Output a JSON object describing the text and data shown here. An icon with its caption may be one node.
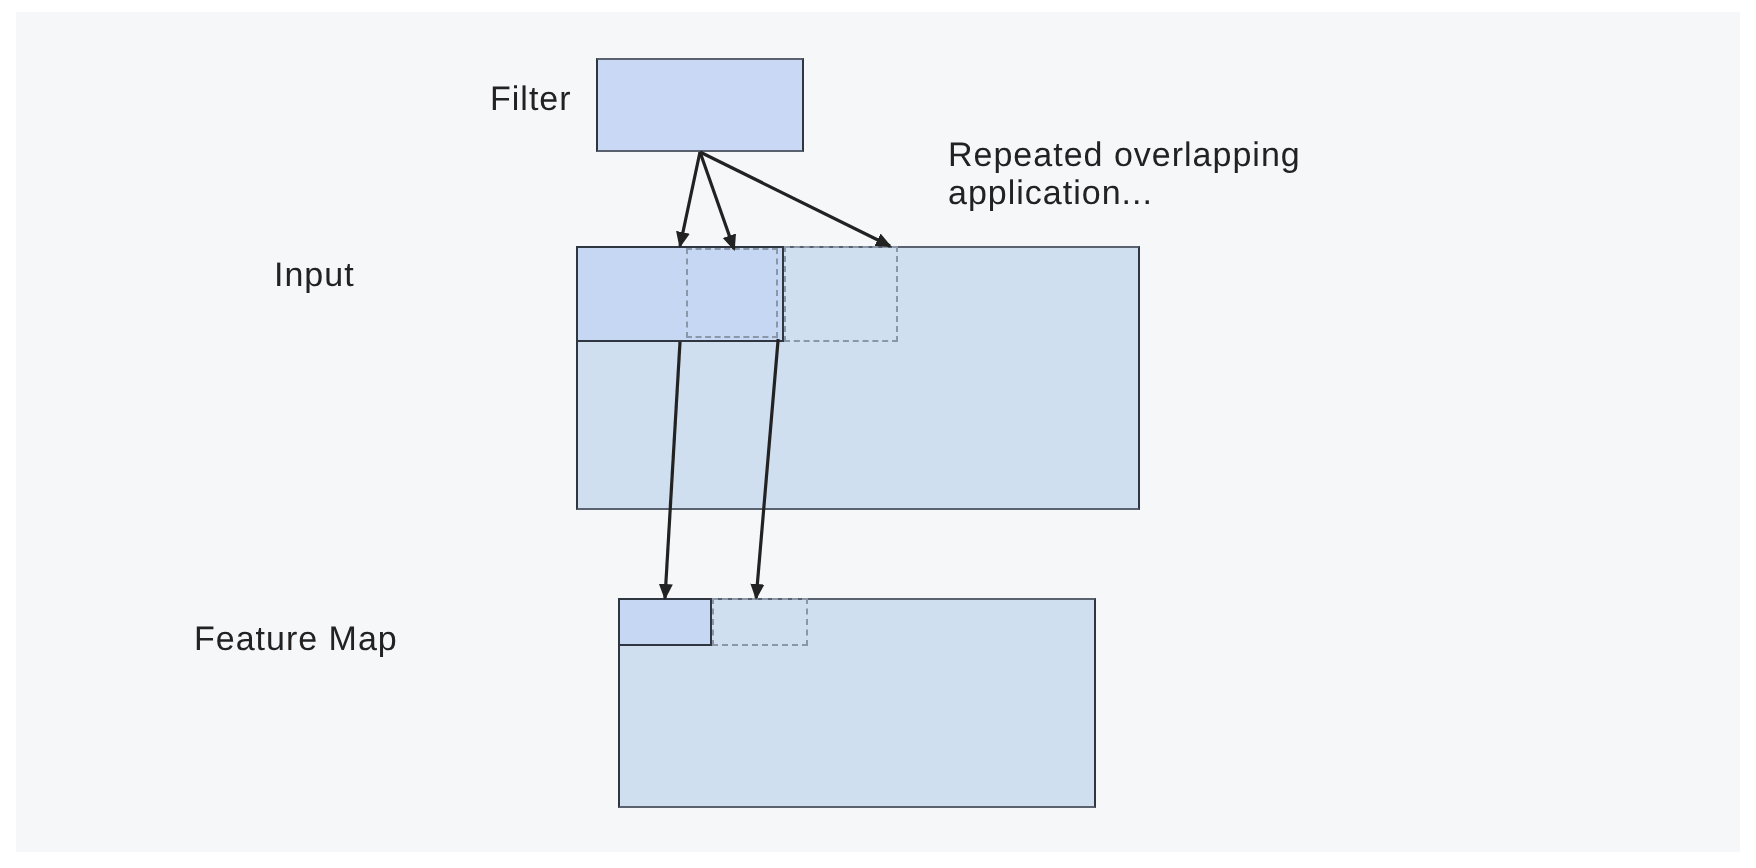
{
  "diagram": {
    "nodes": [
      {
        "text": [
          "Filter"
        ]
      },
      {
        "text": [],
        "shape": "box"
      },
      {
        "text": [],
        "shape": "box",
        "in": 1
      },
      {
        "text": [],
        "shape": "box",
        "in": 2
      },
      {
        "text": [],
        "shape": "box",
        "in": 1
      },
      {
        "text": [],
        "shape": "box"
      },
      {
        "text": [],
        "shape": "box",
        "in": 5
      },
      {
        "text": [],
        "shape": "box",
        "in": 5
      }
    ],
    "edges": [
      {
        "from": 0,
        "to": 2,
        "arrow": "to"
      },
      {
        "from": 0,
        "to": 3,
        "arrow": "to"
      },
      {
        "from": 0,
        "to": 4,
        "arrow": "to"
      },
      {
        "from": 2,
        "to": 6,
        "arrow": "to"
      },
      {
        "from": 3,
        "to": 7,
        "arrow": "to"
      }
    ],
    "labels": [
      "Repeated overlapping application...",
      "Input",
      "Feature Map"
    ]
  }
}
